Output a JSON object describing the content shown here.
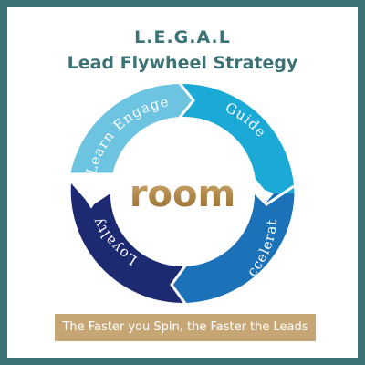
{
  "header": {
    "line1": "L.E.G.A.L",
    "line2": "Lead Flywheel Strategy"
  },
  "center": {
    "word": "room"
  },
  "segments": [
    {
      "label": "Learn  Engage",
      "color": "#6cc4e0"
    },
    {
      "label": "Guide",
      "color": "#1ba9d6"
    },
    {
      "label": "Accelerate",
      "color": "#1b72b9"
    },
    {
      "label": "Loyalty",
      "color": "#1d2a72"
    }
  ],
  "footer": {
    "tagline": "The Faster you Spin, the Faster the Leads"
  },
  "colors": {
    "frame": "#3d7276",
    "accent_gold": "#c6a675",
    "title": "#3d7276"
  }
}
